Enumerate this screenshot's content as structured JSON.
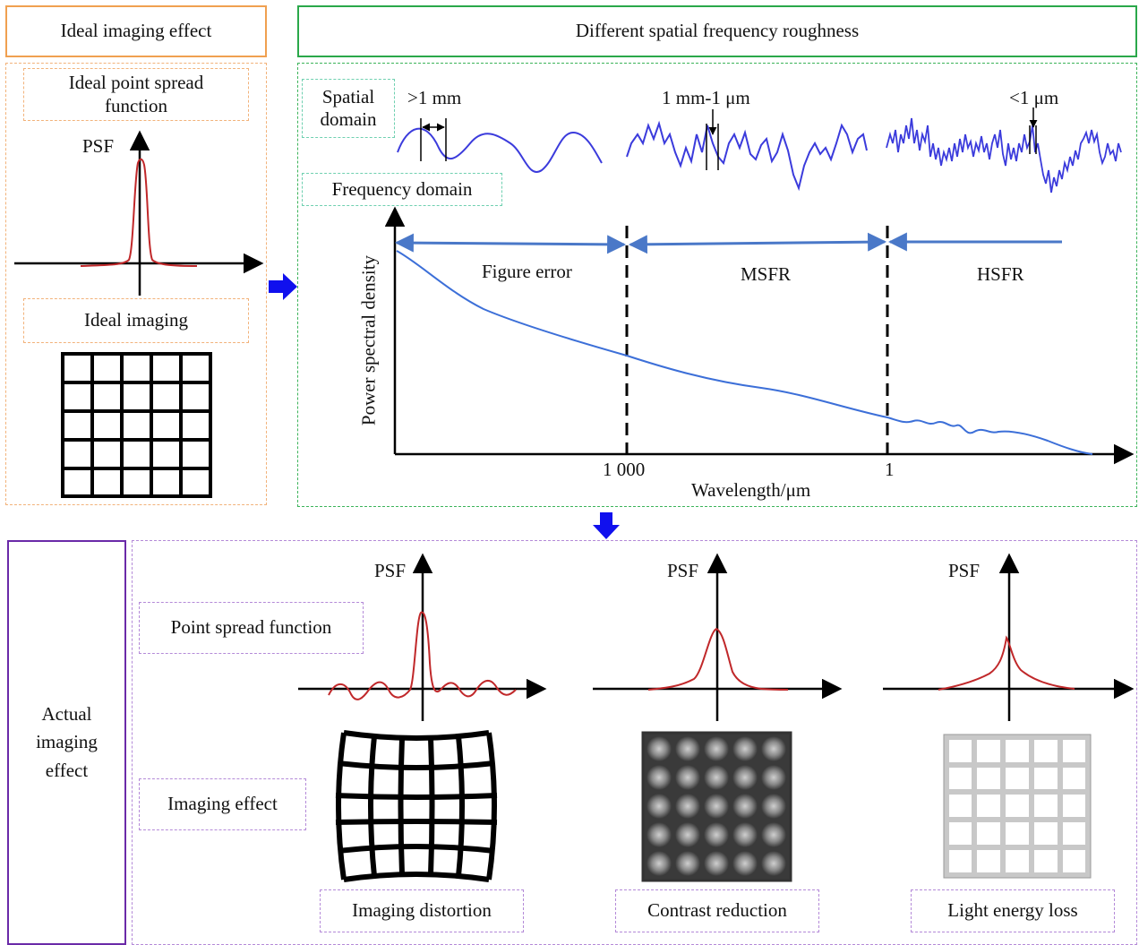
{
  "left_panel": {
    "title": "Ideal imaging effect",
    "psf_box_label": "Ideal point spread function",
    "psf_axis_label": "PSF",
    "imaging_box_label": "Ideal imaging"
  },
  "top_panel": {
    "title": "Different spatial frequency roughness",
    "spatial_domain_label": "Spatial domain",
    "frequency_domain_label": "Frequency domain",
    "wave_labels": [
      ">1 mm",
      "1 mm-1 μm",
      "<1 μm"
    ]
  },
  "chart_data": {
    "type": "line",
    "title": "",
    "xlabel": "Wavelength/μm",
    "ylabel": "Power spectral density",
    "x_tick_labels": [
      "1 000",
      "1"
    ],
    "regions": [
      "Figure error",
      "MSFR",
      "HSFR"
    ],
    "series": [
      {
        "values_shape": "monotonically decreasing from upper-left to lower-right"
      }
    ]
  },
  "bottom_panel": {
    "title": "Actual imaging effect",
    "psf_box_label": "Point spread function",
    "imaging_box_label": "Imaging effect",
    "psf_axis_label": "PSF",
    "effects": [
      "Imaging distortion",
      "Contrast reduction",
      "Light energy loss"
    ]
  },
  "colors": {
    "orange": "#f0a050",
    "green": "#2aa84a",
    "purple": "#6a2aa8",
    "psf_curve": "#c0282a",
    "psd_curve": "#3c6fd8",
    "region_arrow": "#4a78c8",
    "flow_arrow": "#1010ee"
  }
}
